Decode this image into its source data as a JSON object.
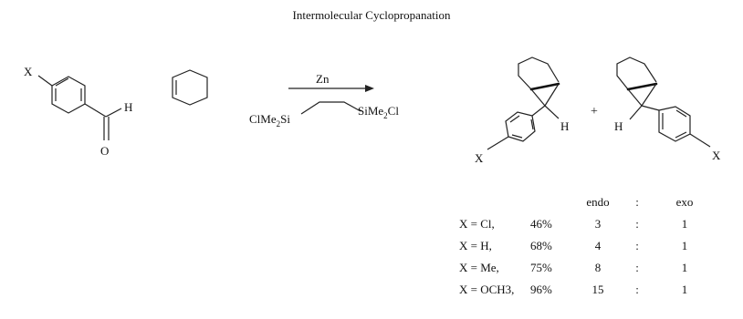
{
  "title": "Intermolecular Cyclopropanation",
  "aldehyde": {
    "substituent": "X",
    "h_label": "H",
    "o_label": "O"
  },
  "reagent": {
    "arrow_label": "Zn",
    "left_group": "ClMe",
    "left_sub": "2",
    "left_tail": "Si",
    "right_group": "SiMe",
    "right_sub": "2",
    "right_tail": "Cl"
  },
  "product_endo": {
    "h_label": "H",
    "substituent": "X"
  },
  "plus_sign": "+",
  "product_exo": {
    "h_label": "H",
    "substituent": "X"
  },
  "table": {
    "headers": {
      "endo": "endo",
      "colon": ":",
      "exo": "exo"
    },
    "rows": [
      {
        "x": "X = Cl,",
        "yield": "46%",
        "endo": "3",
        "colon": ":",
        "exo": "1"
      },
      {
        "x": "X = H,",
        "yield": "68%",
        "endo": "4",
        "colon": ":",
        "exo": "1"
      },
      {
        "x": "X = Me,",
        "yield": "75%",
        "endo": "8",
        "colon": ":",
        "exo": "1"
      },
      {
        "x": "X = OCH3,",
        "yield": "96%",
        "endo": "15",
        "colon": ":",
        "exo": "1"
      }
    ]
  }
}
